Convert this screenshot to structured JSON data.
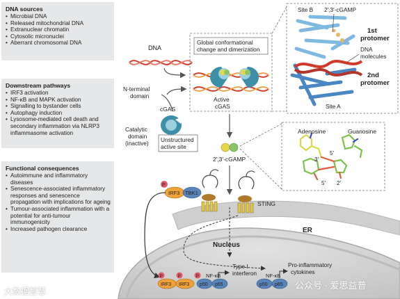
{
  "boxes": {
    "dna_sources": {
      "title": "DNA sources",
      "items": [
        "Microbial DNA",
        "Released mitochondrial DNA",
        "Extranuclear chromatin",
        "Cytosolic micronuclei",
        "Aberrant chromosomal DNA"
      ]
    },
    "downstream": {
      "title": "Downstream pathways",
      "items": [
        "IRF3 activation",
        "NF-κB and MAPK activation",
        "Signalling to bystander cells",
        "Autophagy induction",
        "Lysosome-mediated cell death and secondary inflammation via NLRP3 inflammasome activation"
      ]
    },
    "functional": {
      "title": "Functional consequences",
      "items": [
        "Autoimmune and inflammatory diseases",
        "Senescence-associated inflammatory responses and senescence propagation with implications for ageing",
        "Tumour-associated inflammation with a potential for anti-tumour immunogenicity",
        "Increased pathogen clearance"
      ]
    }
  },
  "labels": {
    "dna": "DNA",
    "global_change_1": "Global conformational",
    "global_change_2": "change and dimerization",
    "n_terminal_1": "N-terminal",
    "n_terminal_2": "domain",
    "cgas": "cGAS",
    "active_cgas_1": "Active",
    "active_cgas_2": "cGAS",
    "catalytic_1": "Catalytic",
    "catalytic_2": "domain",
    "catalytic_3": "(inactive)",
    "unstructured_1": "Unstructured",
    "unstructured_2": "active site",
    "site_b": "Site B",
    "cgamp_struct": "2′,3′-cGAMP",
    "first_1": "1st",
    "first_2": "protomer",
    "dna_mol_1": "DNA",
    "dna_mol_2": "molecules",
    "second_1": "2nd",
    "second_2": "protomer",
    "site_a": "Site A",
    "cgamp": "2′,3′-cGAMP",
    "adenosine": "Adenosine",
    "guanosine": "Guanosine",
    "three_prime": "3′",
    "five_prime_top": "5′",
    "five_prime_bottom": "5′",
    "two_prime": "2′",
    "p": "P",
    "irf3": "IRF3",
    "tbk1": "TBK1",
    "sting": "STING",
    "er": "ER",
    "nucleus": "Nucleus",
    "type1_1": "Type I",
    "type1_2": "interferon",
    "proinf_1": "Pro-inflammatory",
    "proinf_2": "cytokines",
    "nfkb": "NF-κB",
    "p50": "p50",
    "p65": "p65",
    "wm_left": "大数据智慧",
    "wm_right": "公众号 · 爱思益普"
  },
  "colors": {
    "box_bg": "#e6e7e8",
    "dna_red": "#d13a2a",
    "dna_orange": "#e8a24a",
    "cgas_teal": "#3d8fa8",
    "cgas_light": "#9cd0dc",
    "cgamp_yellow": "#e5d84a",
    "cgamp_green": "#8cc569",
    "irf3_orange": "#f0a23a",
    "tbk1_blue": "#5a83b8",
    "p_red": "#e05a6a",
    "er_grey": "#c9c9c9",
    "nucleus_grey": "#cfcfcf"
  }
}
